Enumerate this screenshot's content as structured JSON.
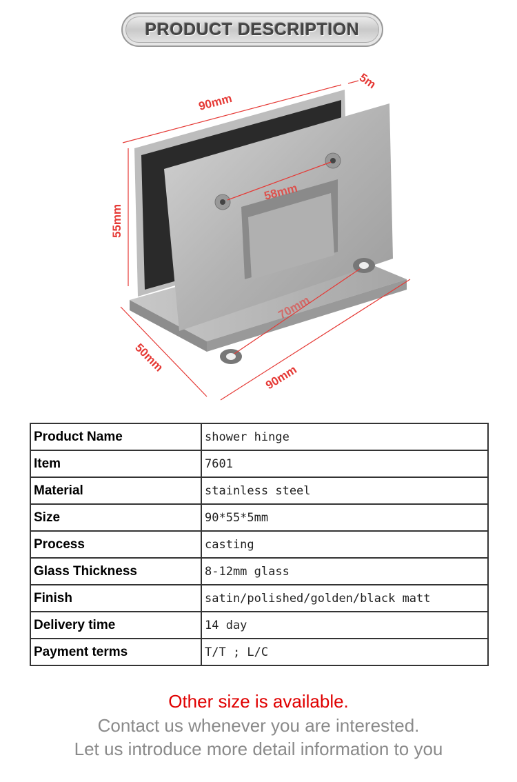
{
  "banner": {
    "title": "PRODUCT DESCRIPTION"
  },
  "product_image": {
    "dimensions": {
      "top_width": "90mm",
      "thickness": "5m",
      "height": "55mm",
      "hole_spacing": "58mm",
      "base_hole_spacing": "70mm",
      "depth": "50mm",
      "base_width": "90mm"
    },
    "dimension_color": "#e53935"
  },
  "specs": [
    {
      "label": "Product Name",
      "value": "shower hinge"
    },
    {
      "label": "Item",
      "value": "7601"
    },
    {
      "label": "Material",
      "value": "stainless steel"
    },
    {
      "label": "Size",
      "value": "90*55*5mm"
    },
    {
      "label": "Process",
      "value": "casting"
    },
    {
      "label": "Glass Thickness",
      "value": "8-12mm glass"
    },
    {
      "label": "Finish",
      "value": "satin/polished/golden/black matt"
    },
    {
      "label": "Delivery time",
      "value": "14 day"
    },
    {
      "label": "Payment terms",
      "value": "T/T ;   L/C"
    }
  ],
  "footer": {
    "line1": "Other size is available.",
    "line2": "Contact us whenever you are interested.",
    "line3": "Let us introduce more detail information to you",
    "line1_color": "#e00000",
    "text_color": "#8a8a8a"
  }
}
